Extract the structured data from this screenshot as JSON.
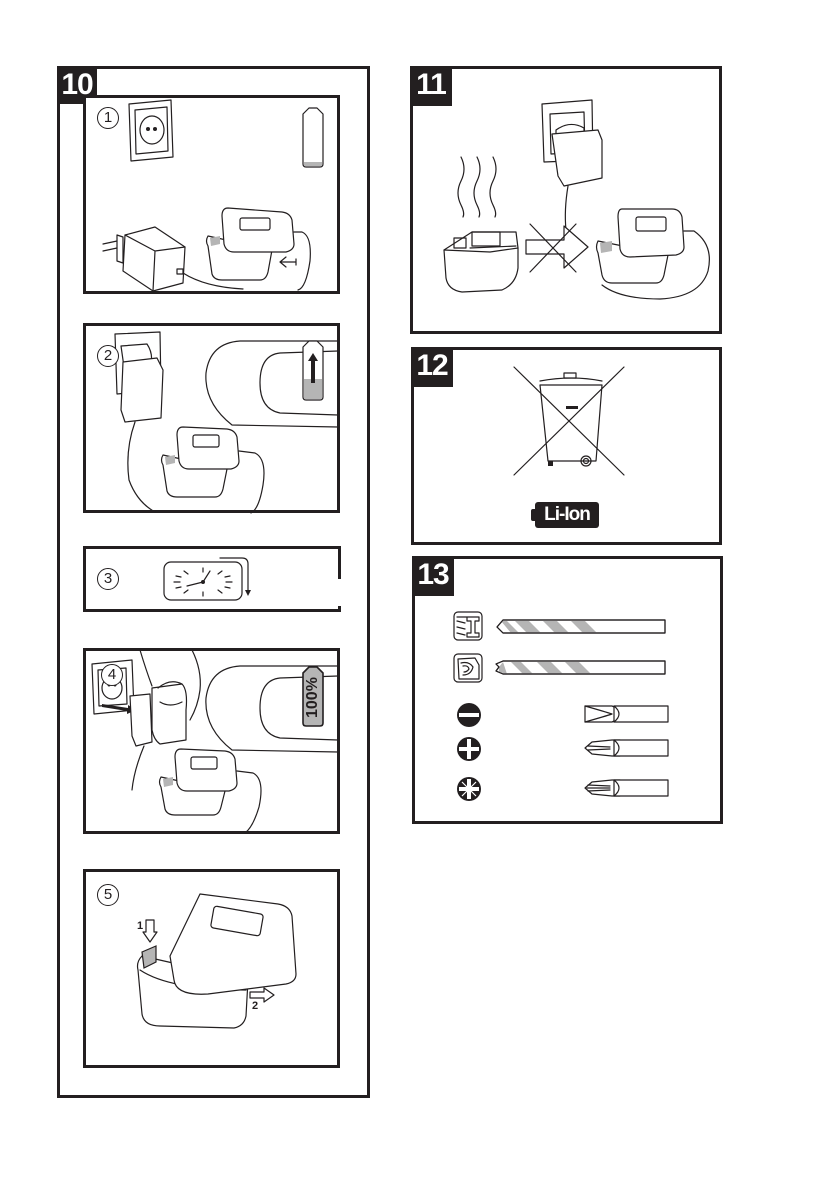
{
  "figures": [
    {
      "number": "10",
      "steps": [
        {
          "marker": "1",
          "description": "socket, charger, battery pack inserted into charger, empty battery indicator"
        },
        {
          "marker": "2",
          "description": "charger plugged into socket, battery charging indicator"
        },
        {
          "marker": "3",
          "description": "clock showing charging time"
        },
        {
          "marker": "4",
          "description": "charger unplugged, battery full indicator",
          "indicator_text": "100%"
        },
        {
          "marker": "5",
          "description": "battery removed from charger",
          "arrow_labels": [
            "1",
            "2"
          ]
        }
      ]
    },
    {
      "number": "11",
      "description": "do not charge a hot battery pack"
    },
    {
      "number": "12",
      "description": "crossed-out wheelie bin disposal symbol",
      "label": "Li-Ion"
    },
    {
      "number": "13",
      "description": "drill bits and screwdriver bits",
      "items": [
        "metal-drill-bit",
        "wood-drill-bit",
        "slotted-bit",
        "phillips-bit",
        "pozidriv-bit"
      ]
    }
  ],
  "colors": {
    "ink": "#231f20",
    "fill_gray": "#b5b5b5",
    "background": "#ffffff"
  }
}
